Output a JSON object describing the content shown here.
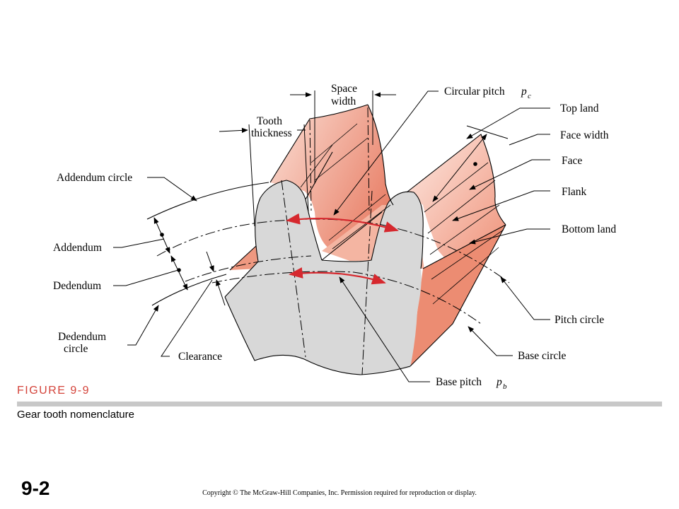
{
  "figure": {
    "number": "FIGURE 9-9",
    "caption": "Gear tooth nomenclature"
  },
  "labels": {
    "space_width_line1": "Space",
    "space_width_line2": "width",
    "circular_pitch": "Circular pitch",
    "circular_pitch_symbol": "p",
    "circular_pitch_subscript": "c",
    "tooth_thickness_line1": "Tooth",
    "tooth_thickness_line2": "thickness",
    "top_land": "Top land",
    "face_width": "Face width",
    "addendum_circle": "Addendum circle",
    "face": "Face",
    "flank": "Flank",
    "bottom_land": "Bottom land",
    "addendum": "Addendum",
    "dedendum": "Dedendum",
    "pitch_circle": "Pitch circle",
    "dedendum_circle_line1": "Dedendum",
    "dedendum_circle_line2": "circle",
    "base_circle": "Base circle",
    "clearance": "Clearance",
    "base_pitch": "Base pitch",
    "base_pitch_symbol": "p",
    "base_pitch_subscript": "b"
  },
  "colors": {
    "tooth_front": "#d8d8d8",
    "tooth_side": "#f2a28c",
    "tooth_side_light": "#fde5dc",
    "pitch_arrow": "#d6282e",
    "figure_number": "#d4433a",
    "rule": "#c8c8c8"
  },
  "slide_number": "9-2",
  "copyright": "Copyright © The McGraw-Hill Companies, Inc. Permission required for reproduction or display."
}
